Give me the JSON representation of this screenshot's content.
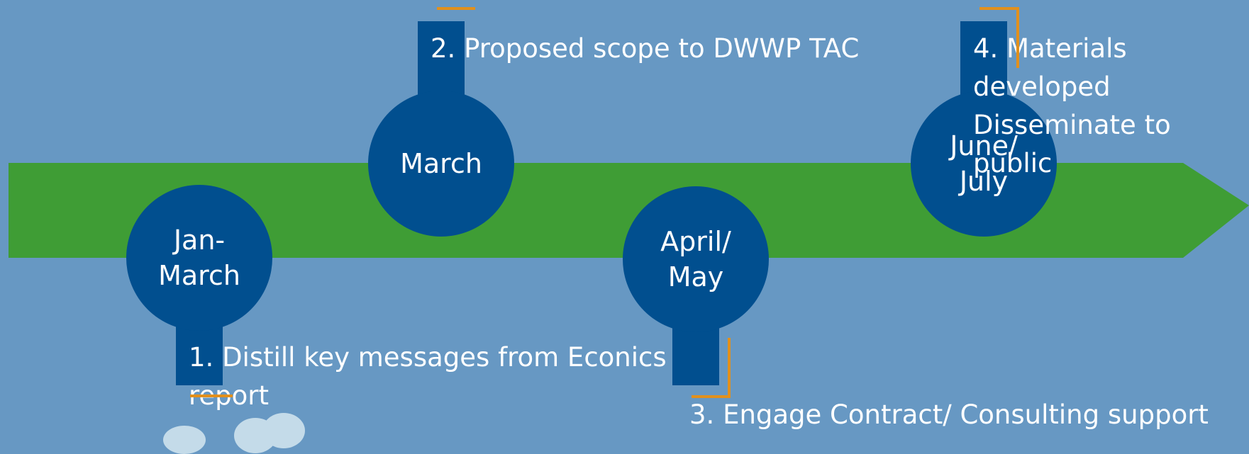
{
  "colors": {
    "background": "#6798c3",
    "timeline_arrow": "#3f9d35",
    "milestone": "#014f8f",
    "accent": "#e2901c",
    "text": "#ffffff"
  },
  "milestones": [
    {
      "date": "Jan-\nMarch",
      "label": "1. Distill key messages from Econics\nreport"
    },
    {
      "date": "March",
      "label": "2. Proposed scope to DWWP TAC"
    },
    {
      "date": "April/\nMay",
      "label": "3. Engage Contract/ Consulting support"
    },
    {
      "date": "June/\nJuly",
      "label": "4. Materials developed\nDisseminate to public"
    }
  ]
}
